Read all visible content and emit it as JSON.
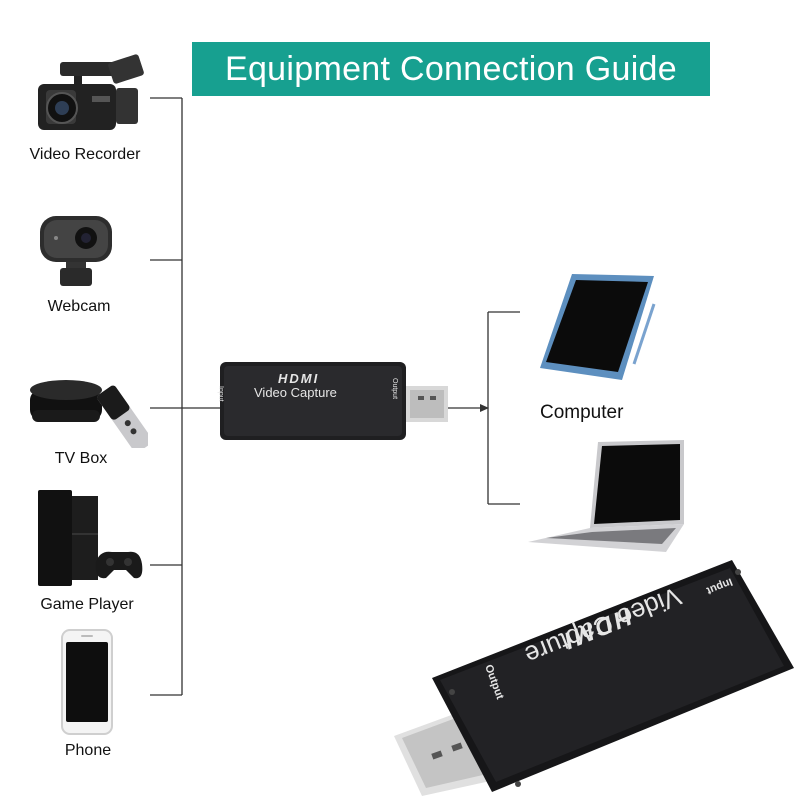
{
  "header": {
    "title": "Equipment Connection Guide"
  },
  "inputs": [
    {
      "label": "Video Recorder",
      "icon": "video-recorder-icon"
    },
    {
      "label": "Webcam",
      "icon": "webcam-icon"
    },
    {
      "label": "TV Box",
      "icon": "tv-box-icon"
    },
    {
      "label": "Game Player",
      "icon": "game-console-icon"
    },
    {
      "label": "Phone",
      "icon": "phone-icon"
    }
  ],
  "capture_card": {
    "logo": "HDMI",
    "name": "Video Capture",
    "input_label": "Input",
    "output_label": "Output"
  },
  "outputs": [
    {
      "label": "Computer",
      "icon": "tablet-icon"
    },
    {
      "label": "",
      "icon": "laptop-icon"
    }
  ],
  "colors": {
    "banner": "#17a090",
    "device": "#1c1c1e",
    "line": "#333333"
  }
}
